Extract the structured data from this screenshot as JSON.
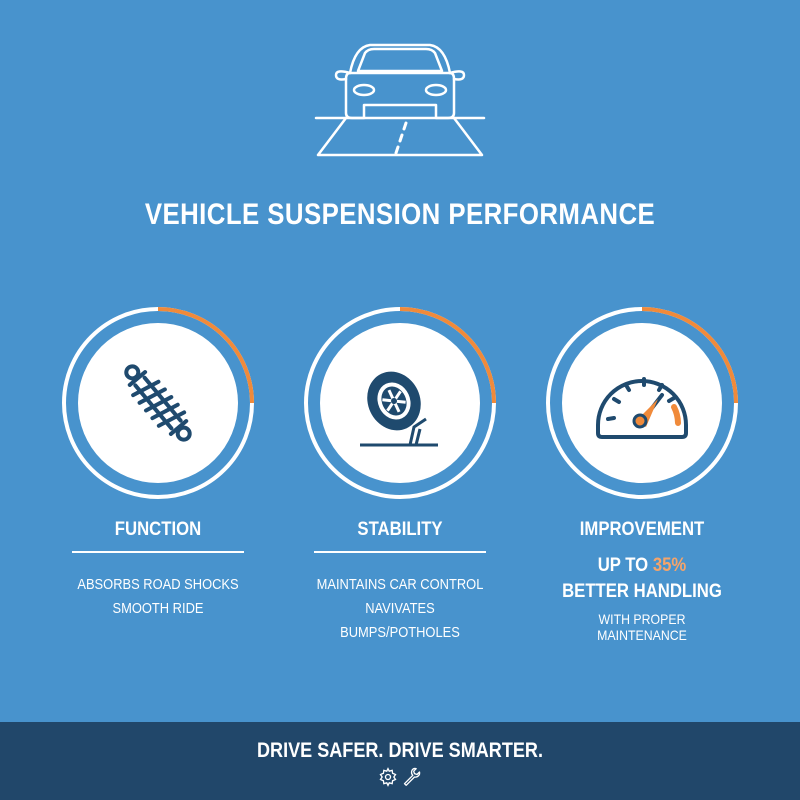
{
  "header": {
    "hero_icon": "car-on-road-icon",
    "title": "VEHICLE SUSPENSION PERFORMANCE"
  },
  "colors": {
    "background": "#4893cd",
    "footer": "#21476a",
    "accent": "#f08a3a",
    "icon": "#1f4a6e"
  },
  "cards": [
    {
      "icon": "shock-absorber-icon",
      "label": "FUNCTION",
      "lines": [
        "ABSORBS ROAD SHOCKS",
        "SMOOTH RIDE"
      ]
    },
    {
      "icon": "tire-icon",
      "label": "STABILITY",
      "lines": [
        "MAINTAINS CAR CONTROL",
        "NAVIVATES BUMPS/POTHOLES"
      ]
    },
    {
      "icon": "speedometer-icon",
      "label": "IMPROVEMENT",
      "big_prefix": "UP TO ",
      "big_value": "35%",
      "big_line2": "BETTER HANDLING",
      "small": "WITH PROPER MAINTENANCE"
    }
  ],
  "footer": {
    "tagline": "DRIVE SAFER. DRIVE SMARTER.",
    "icons": [
      "gear-icon",
      "wrench-icon"
    ]
  }
}
